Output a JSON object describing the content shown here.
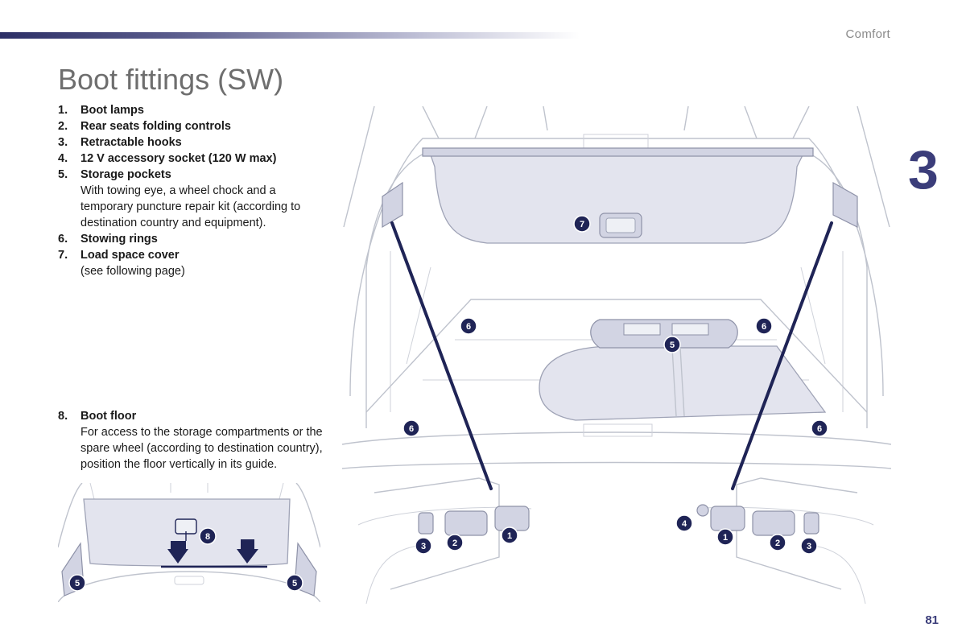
{
  "header": {
    "section": "Comfort",
    "chapter": "3"
  },
  "title": "Boot fittings (SW)",
  "fittings": [
    {
      "num": "1.",
      "label": "Boot lamps",
      "desc": ""
    },
    {
      "num": "2.",
      "label": "Rear seats folding controls",
      "desc": ""
    },
    {
      "num": "3.",
      "label": "Retractable hooks",
      "desc": ""
    },
    {
      "num": "4.",
      "label": "12 V accessory socket (120 W max)",
      "desc": ""
    },
    {
      "num": "5.",
      "label": "Storage pockets",
      "desc": "With towing eye, a wheel chock and a temporary puncture repair kit (according to destination country and equipment)."
    },
    {
      "num": "6.",
      "label": "Stowing rings",
      "desc": ""
    },
    {
      "num": "7.",
      "label": "Load space cover",
      "desc": "(see following page)"
    }
  ],
  "floor": {
    "num": "8.",
    "label": "Boot floor",
    "desc": "For access to the storage compartments or the spare wheel (according to destination country), position the floor vertically in its guide."
  },
  "callouts": {
    "one": "1",
    "two": "2",
    "three": "3",
    "four": "4",
    "five": "5",
    "six": "6",
    "seven": "7",
    "eight": "8"
  },
  "footer": {
    "page_number": "81"
  }
}
